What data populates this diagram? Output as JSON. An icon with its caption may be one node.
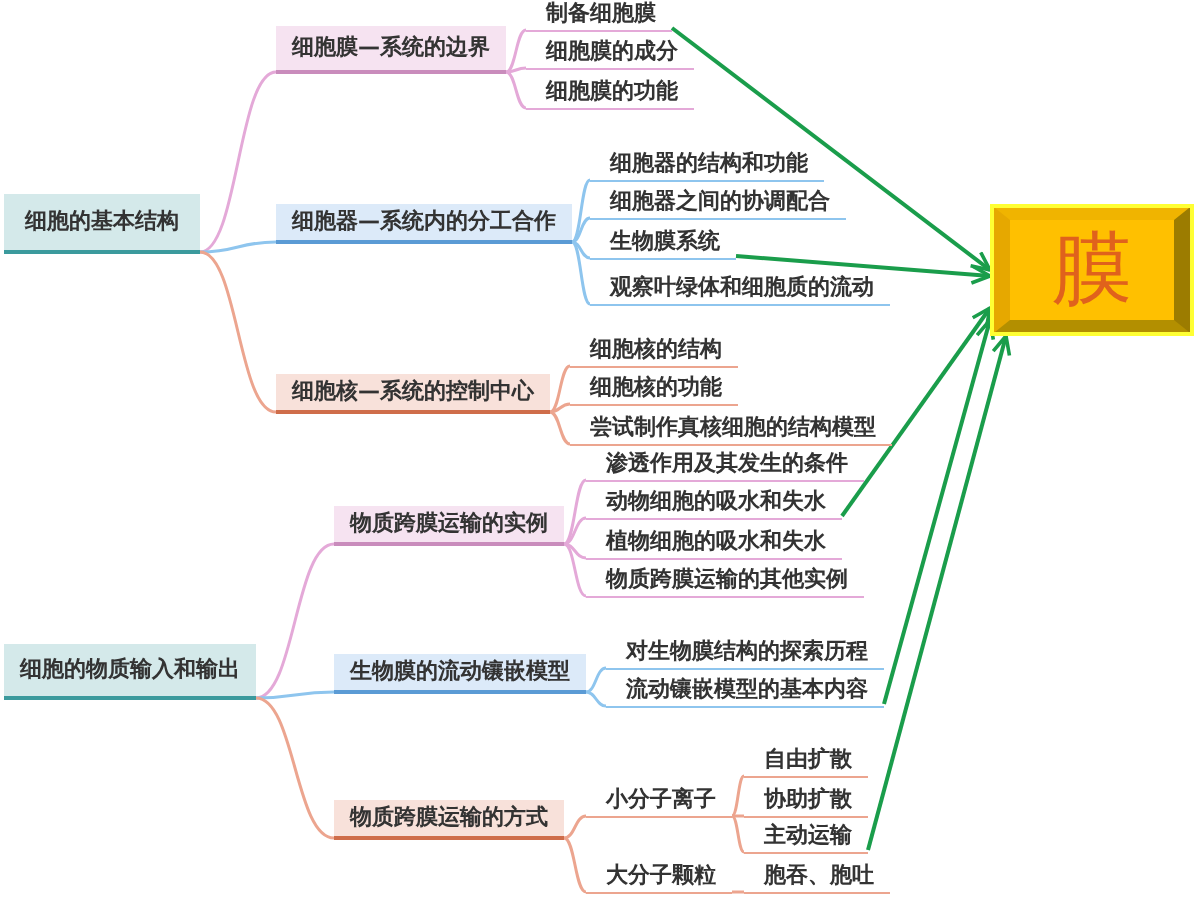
{
  "diagram": {
    "nodes": [
      {
        "text": [
          "细胞的基本结构"
        ]
      },
      {
        "text": [
          "细胞膜—系统的边界"
        ]
      },
      {
        "text": [
          "制备细胞膜"
        ]
      },
      {
        "text": [
          "细胞膜的成分"
        ]
      },
      {
        "text": [
          "细胞膜的功能"
        ]
      },
      {
        "text": [
          "细胞器—系统内的分工合作"
        ]
      },
      {
        "text": [
          "细胞器的结构和功能"
        ]
      },
      {
        "text": [
          "细胞器之间的协调配合"
        ]
      },
      {
        "text": [
          "生物膜系统"
        ]
      },
      {
        "text": [
          "观察叶绿体和细胞质的流动"
        ]
      },
      {
        "text": [
          "细胞核—系统的控制中心"
        ]
      },
      {
        "text": [
          "细胞核的结构"
        ]
      },
      {
        "text": [
          "细胞核的功能"
        ]
      },
      {
        "text": [
          "尝试制作真核细胞的结构模型"
        ]
      },
      {
        "text": [
          "细胞的物质输入和输出"
        ]
      },
      {
        "text": [
          "物质跨膜运输的实例"
        ]
      },
      {
        "text": [
          "渗透作用及其发生的条件"
        ]
      },
      {
        "text": [
          "动物细胞的吸水和失水"
        ]
      },
      {
        "text": [
          "植物细胞的吸水和失水"
        ]
      },
      {
        "text": [
          "物质跨膜运输的其他实例"
        ]
      },
      {
        "text": [
          "生物膜的流动镶嵌模型"
        ]
      },
      {
        "text": [
          "对生物膜结构的探索历程"
        ]
      },
      {
        "text": [
          "流动镶嵌模型的基本内容"
        ]
      },
      {
        "text": [
          "物质跨膜运输的方式"
        ]
      },
      {
        "text": [
          "小分子离子"
        ]
      },
      {
        "text": [
          "自由扩散"
        ]
      },
      {
        "text": [
          "协助扩散"
        ]
      },
      {
        "text": [
          "主动运输"
        ]
      },
      {
        "text": [
          "大分子颗粒"
        ]
      },
      {
        "text": [
          "胞吞、胞吐"
        ]
      },
      {
        "text": [
          "膜"
        ]
      }
    ],
    "edges": [
      {
        "from": 0,
        "to": 1,
        "arrow": "none",
        "color": "#e4a9d8"
      },
      {
        "from": 1,
        "to": 2,
        "arrow": "none",
        "color": "#e4a9d8"
      },
      {
        "from": 1,
        "to": 3,
        "arrow": "none",
        "color": "#e4a9d8"
      },
      {
        "from": 1,
        "to": 4,
        "arrow": "none",
        "color": "#e4a9d8"
      },
      {
        "from": 0,
        "to": 5,
        "arrow": "none",
        "color": "#8ec5ee"
      },
      {
        "from": 5,
        "to": 6,
        "arrow": "none",
        "color": "#8ec5ee"
      },
      {
        "from": 5,
        "to": 7,
        "arrow": "none",
        "color": "#8ec5ee"
      },
      {
        "from": 5,
        "to": 8,
        "arrow": "none",
        "color": "#8ec5ee"
      },
      {
        "from": 5,
        "to": 9,
        "arrow": "none",
        "color": "#8ec5ee"
      },
      {
        "from": 0,
        "to": 10,
        "arrow": "none"
      },
      {
        "from": 10,
        "to": 11,
        "arrow": "none"
      },
      {
        "from": 10,
        "to": 12,
        "arrow": "none"
      },
      {
        "from": 10,
        "to": 13,
        "arrow": "none"
      },
      {
        "from": 14,
        "to": 15,
        "arrow": "none",
        "color": "#e4a9d8"
      },
      {
        "from": 15,
        "to": 16,
        "arrow": "none",
        "color": "#e4a9d8"
      },
      {
        "from": 15,
        "to": 17,
        "arrow": "none",
        "color": "#e4a9d8"
      },
      {
        "from": 15,
        "to": 18,
        "arrow": "none",
        "color": "#e4a9d8"
      },
      {
        "from": 15,
        "to": 19,
        "arrow": "none",
        "color": "#e4a9d8"
      },
      {
        "from": 14,
        "to": 20,
        "arrow": "none",
        "color": "#8ec5ee"
      },
      {
        "from": 20,
        "to": 21,
        "arrow": "none",
        "color": "#8ec5ee"
      },
      {
        "from": 20,
        "to": 22,
        "arrow": "none",
        "color": "#8ec5ee"
      },
      {
        "from": 14,
        "to": 23,
        "arrow": "none"
      },
      {
        "from": 23,
        "to": 24,
        "arrow": "none"
      },
      {
        "from": 23,
        "to": 28,
        "arrow": "none"
      },
      {
        "from": 24,
        "to": 25,
        "arrow": "none"
      },
      {
        "from": 24,
        "to": 26,
        "arrow": "none"
      },
      {
        "from": 24,
        "to": 27,
        "arrow": "none"
      },
      {
        "from": 28,
        "to": 29,
        "arrow": "none"
      },
      {
        "from": 2,
        "to": 30,
        "arrow": "to",
        "color": "#1a9d4b"
      },
      {
        "from": 8,
        "to": 30,
        "arrow": "to",
        "color": "#1a9d4b"
      },
      {
        "from": 17,
        "to": 30,
        "arrow": "to",
        "color": "#1a9d4b"
      },
      {
        "from": 22,
        "to": 30,
        "arrow": "to",
        "color": "#1a9d4b"
      },
      {
        "from": 27,
        "to": 30,
        "arrow": "to",
        "color": "#1a9d4b"
      }
    ]
  }
}
